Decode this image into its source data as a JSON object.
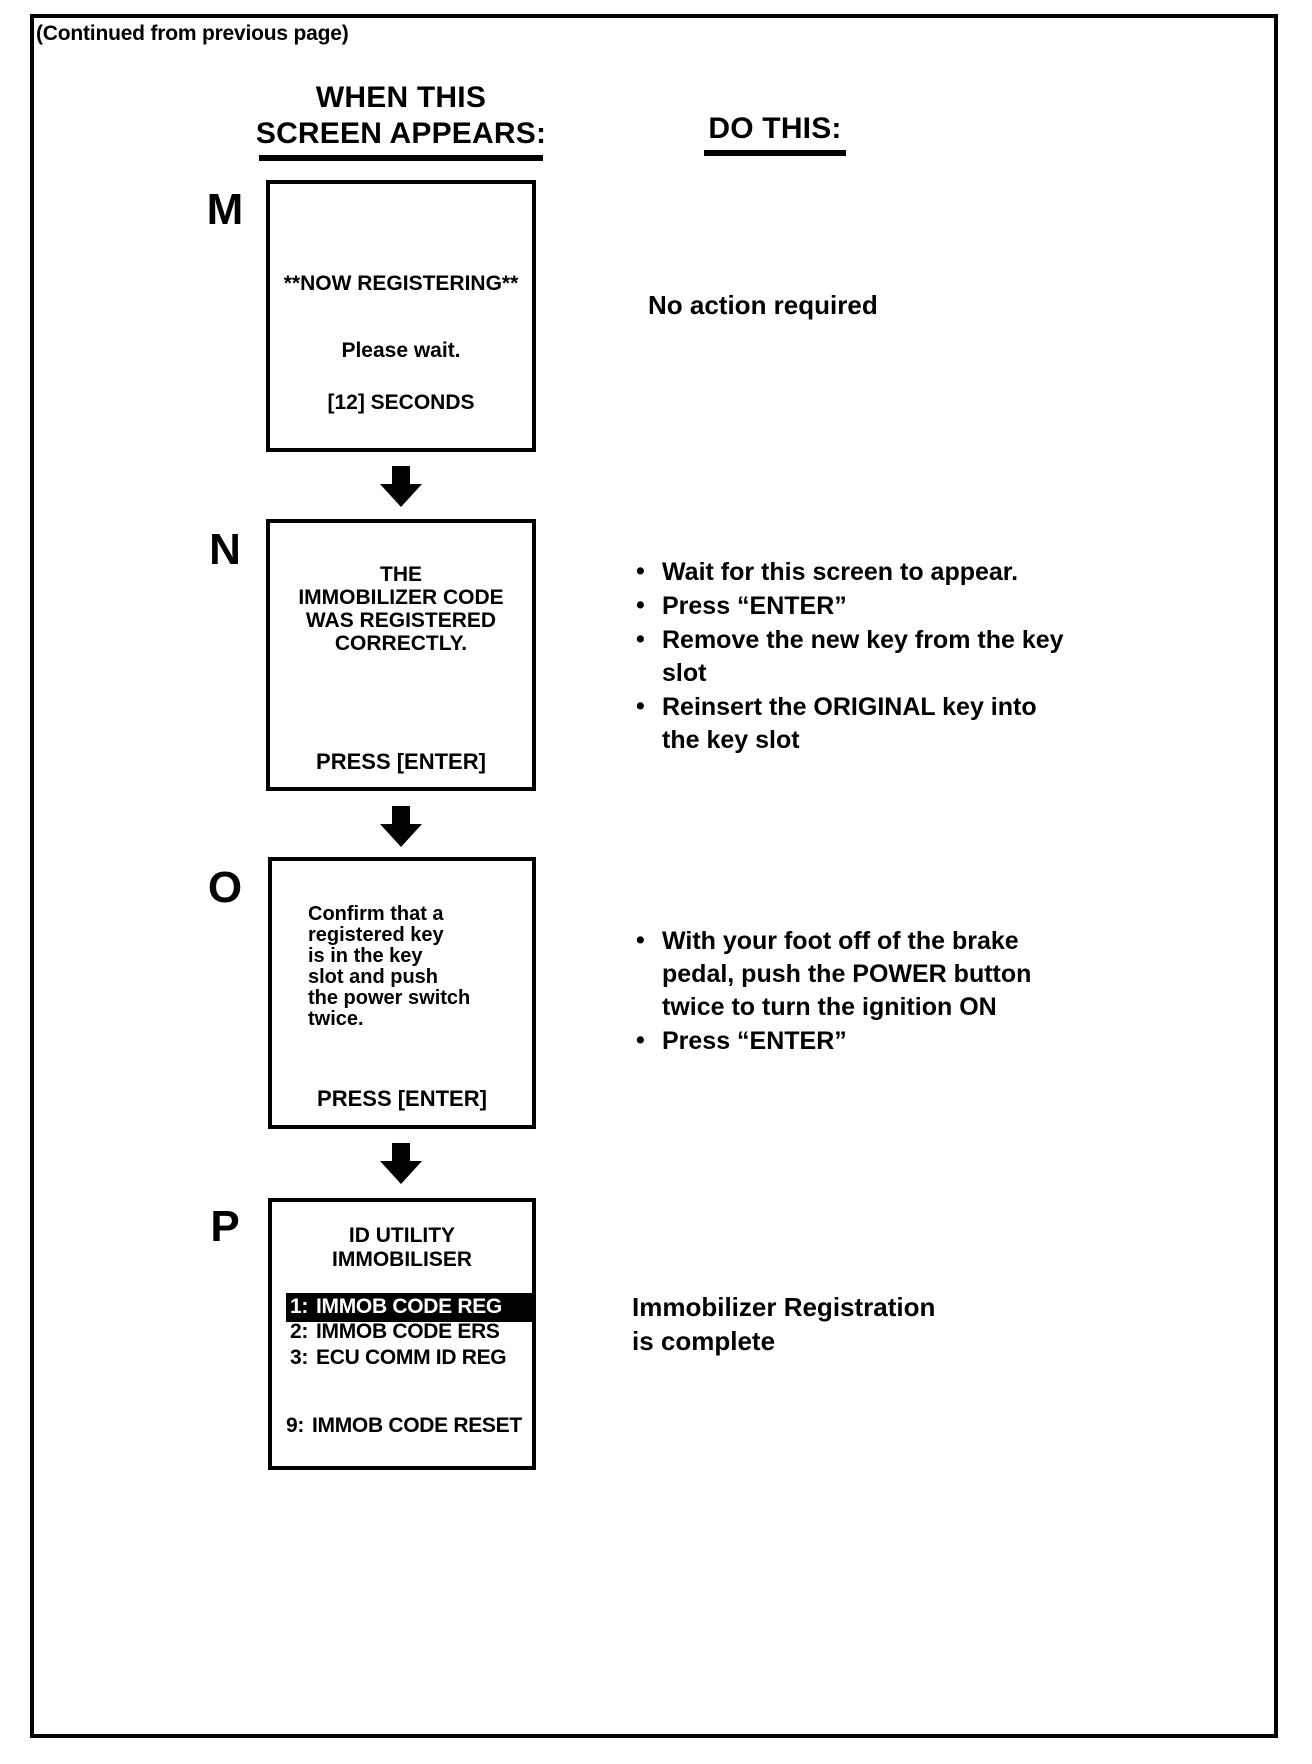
{
  "page": {
    "continued_note": "(Continued from previous page)",
    "column_headers": {
      "left_line1": "WHEN THIS",
      "left_line2": "SCREEN APPEARS:",
      "right": "DO THIS:"
    }
  },
  "steps": [
    {
      "letter": "M",
      "screen": {
        "lines": [
          "**NOW REGISTERING**",
          "Please wait.",
          "[12] SECONDS"
        ]
      },
      "instruction": {
        "type": "plain",
        "text": "No action required"
      }
    },
    {
      "letter": "N",
      "screen": {
        "lines": [
          "THE",
          "IMMOBILIZER CODE",
          "WAS REGISTERED",
          "CORRECTLY."
        ],
        "footer": "PRESS [ENTER]"
      },
      "instruction": {
        "type": "bullets",
        "items": [
          "Wait for this screen to appear.",
          "Press “ENTER”",
          "Remove the new key from the key slot",
          "Reinsert the ORIGINAL key into the key slot"
        ]
      }
    },
    {
      "letter": "O",
      "screen": {
        "lines": [
          "Confirm that a",
          "registered key",
          "is in the key",
          "slot and push",
          "the power switch",
          "twice."
        ],
        "footer": "PRESS [ENTER]"
      },
      "instruction": {
        "type": "bullets",
        "items": [
          "With your foot off of the brake pedal, push the POWER button twice to turn the ignition ON",
          "Press “ENTER”"
        ]
      }
    },
    {
      "letter": "P",
      "screen": {
        "title_line1": "ID UTILITY",
        "title_line2": "IMMOBILISER",
        "menu": [
          {
            "num": "1:",
            "label": "IMMOB CODE REG",
            "selected": true
          },
          {
            "num": "2:",
            "label": "IMMOB CODE ERS",
            "selected": false
          },
          {
            "num": "3:",
            "label": "ECU COMM ID REG",
            "selected": false
          }
        ],
        "menu_last": {
          "num": "9:",
          "label": "IMMOB CODE RESET",
          "selected": false
        }
      },
      "instruction": {
        "type": "plain",
        "line1": "Immobilizer Registration",
        "line2": "is complete"
      }
    }
  ],
  "icons": {
    "down_arrow": "down-arrow-icon"
  },
  "colors": {
    "ink": "#000000",
    "paper": "#ffffff",
    "highlight_bg": "#000000",
    "highlight_fg": "#ffffff"
  }
}
